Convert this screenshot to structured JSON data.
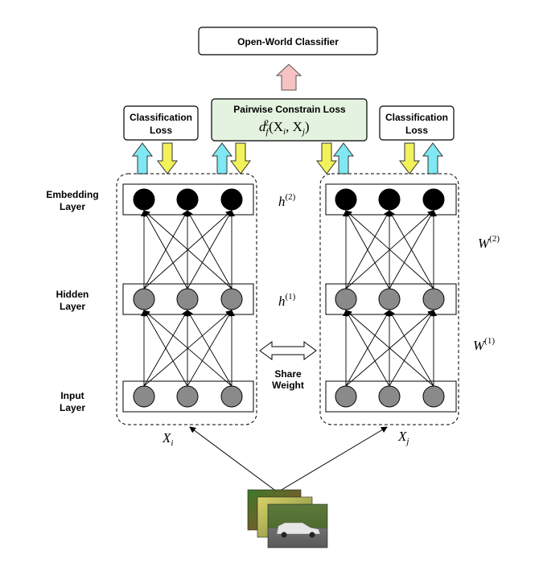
{
  "top_classifier": {
    "label": "Open-World Classifier"
  },
  "left_loss": {
    "line1": "Classification",
    "line2": "Loss"
  },
  "right_loss": {
    "line1": "Classification",
    "line2": "Loss"
  },
  "pairwise": {
    "title": "Pairwise Constrain Loss",
    "formula_d": "d",
    "formula_f": "f",
    "formula_2": "2",
    "formula_open": "(X",
    "formula_i": "i",
    "formula_comma": ", X",
    "formula_j": "j",
    "formula_close": ")"
  },
  "layer_labels": {
    "embedding": [
      "Embedding",
      "Layer"
    ],
    "hidden": [
      "Hidden",
      "Layer"
    ],
    "input": [
      "Input",
      "Layer"
    ]
  },
  "math_labels": {
    "h2_base": "h",
    "h2_sup": "(2)",
    "h1_base": "h",
    "h1_sup": "(1)",
    "w2_base": "W",
    "w2_sup": "(2)",
    "w1_base": "W",
    "w1_sup": "(1)",
    "xi_base": "X",
    "xi_sub": "i",
    "xj_base": "X",
    "xj_sub": "j"
  },
  "share_weight": [
    "Share",
    "Weight"
  ],
  "colors": {
    "cyan_arrow": "#7fe8f2",
    "yellow_arrow": "#f2f25a",
    "pink_arrow": "#f7c2c2",
    "pairwise_fill": "#e4f3df",
    "embedding_node": "#000000",
    "hidden_node": "#8a8a8a",
    "input_node": "#8a8a8a"
  }
}
